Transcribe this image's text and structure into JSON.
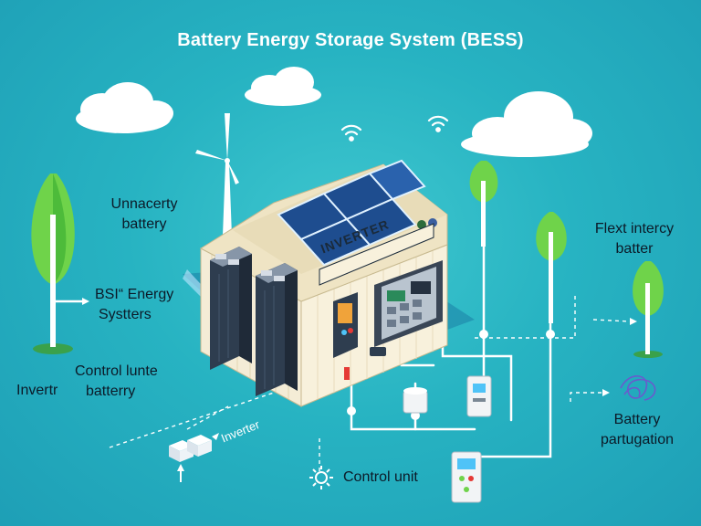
{
  "title": "Battery Energy Storage System (BESS)",
  "labels": {
    "unnacerty_1": "Unnacerty",
    "unnacerty_2": "battery",
    "bsi_1": "BSI“ Energy",
    "bsi_2": "Systters",
    "control_lunte_1": "Control lunte",
    "control_lunte_2": "batterry",
    "invertr": "Invertr",
    "inverter_sign": "INVERTER",
    "inverter_small": "Inverter",
    "control_unit": "Control unit",
    "flext_1": "Flext intercy",
    "flext_2": "batter",
    "battery_p_1": "Battery",
    "battery_p_2": "partugation"
  },
  "colors": {
    "background": "#27b3c2",
    "title": "#ffffff",
    "text": "#0c1a28",
    "tree": "#6fd34a",
    "container": "#f4ecd6",
    "solar": "#1e4d8f",
    "battery": "#2e3d4f"
  },
  "icons": [
    "wifi-icon",
    "gear-icon",
    "wind-turbine-icon",
    "tree-icon",
    "cloud-icon",
    "solar-panel-icon",
    "battery-rack-icon"
  ]
}
